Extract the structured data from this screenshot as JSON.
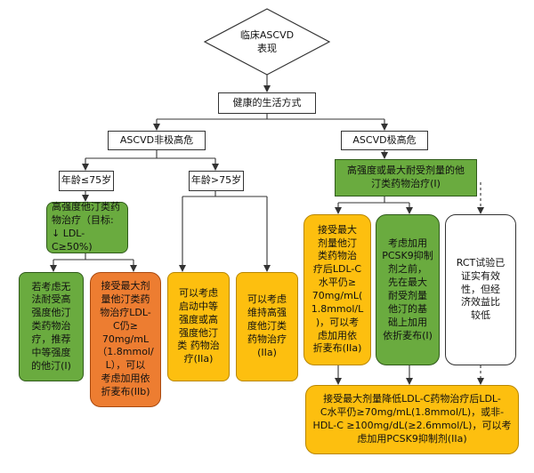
{
  "diagram": {
    "start": "临床ASCVD\n表现",
    "lifestyle": "健康的生活方式",
    "non_high_risk": "ASCVD非极高危",
    "very_high_risk": "ASCVD极高危",
    "age_le75": "年龄≤75岁",
    "age_gt75": "年龄>75岁",
    "high_intensity": "高强度他汀类药\n物治疗（目标:\n↓ LDL-C≥50%)",
    "intolerant": "若考虑无\n法耐受高\n强度他汀\n类药物治\n疗，推荐\n中等强度\n的他汀(I)",
    "max_tolerated_ldl70": "接受最大剂\n量他汀类药\n物治疗LDL-\nC仍≥\n70mg/mL\n（1.8mmol/\nL），可以\n考虑加用依\n折麦布(IIb)",
    "start_moderate": "可以考虑\n启动中等\n强度或高\n强度他汀\n类 药物治\n疗(IIa)",
    "maintain_high": "可以考虑\n维持高强\n度他汀类\n药物治疗\n(IIa)",
    "very_high_treatment": "高强度或最大耐受剂量的他\n汀类药物治疗(I)",
    "add_ezetimibe": "接受最大\n剂量他汀\n类药物治\n疗后LDL-C\n水平仍≥\n70mg/mL(\n1.8mmol/L\n)，可以考\n虑加用依\n折麦布(IIa)",
    "pcsk9_consider": "考虑加用\nPCSK9抑制\n剂之前，\n先在最大\n耐受剂量\n他汀的基\n础上加用\n依折麦布(I)",
    "rct": "RCT试验已\n证实有效\n性，但经\n济效益比\n较低",
    "final": "接受最大剂量降低LDL-C药物治疗后LDL-\nC水平仍≥70mg/mL(1.8mmol/L)，或非-\nHDL-C ≥100mg/dL(≥2.6mmol/L)，可以考\n虑加用PCSK9抑制剂(IIa)"
  },
  "colors": {
    "green": "#6aab3f",
    "yellow": "#fdbf0f",
    "orange": "#ed7d31",
    "line": "#333333"
  }
}
